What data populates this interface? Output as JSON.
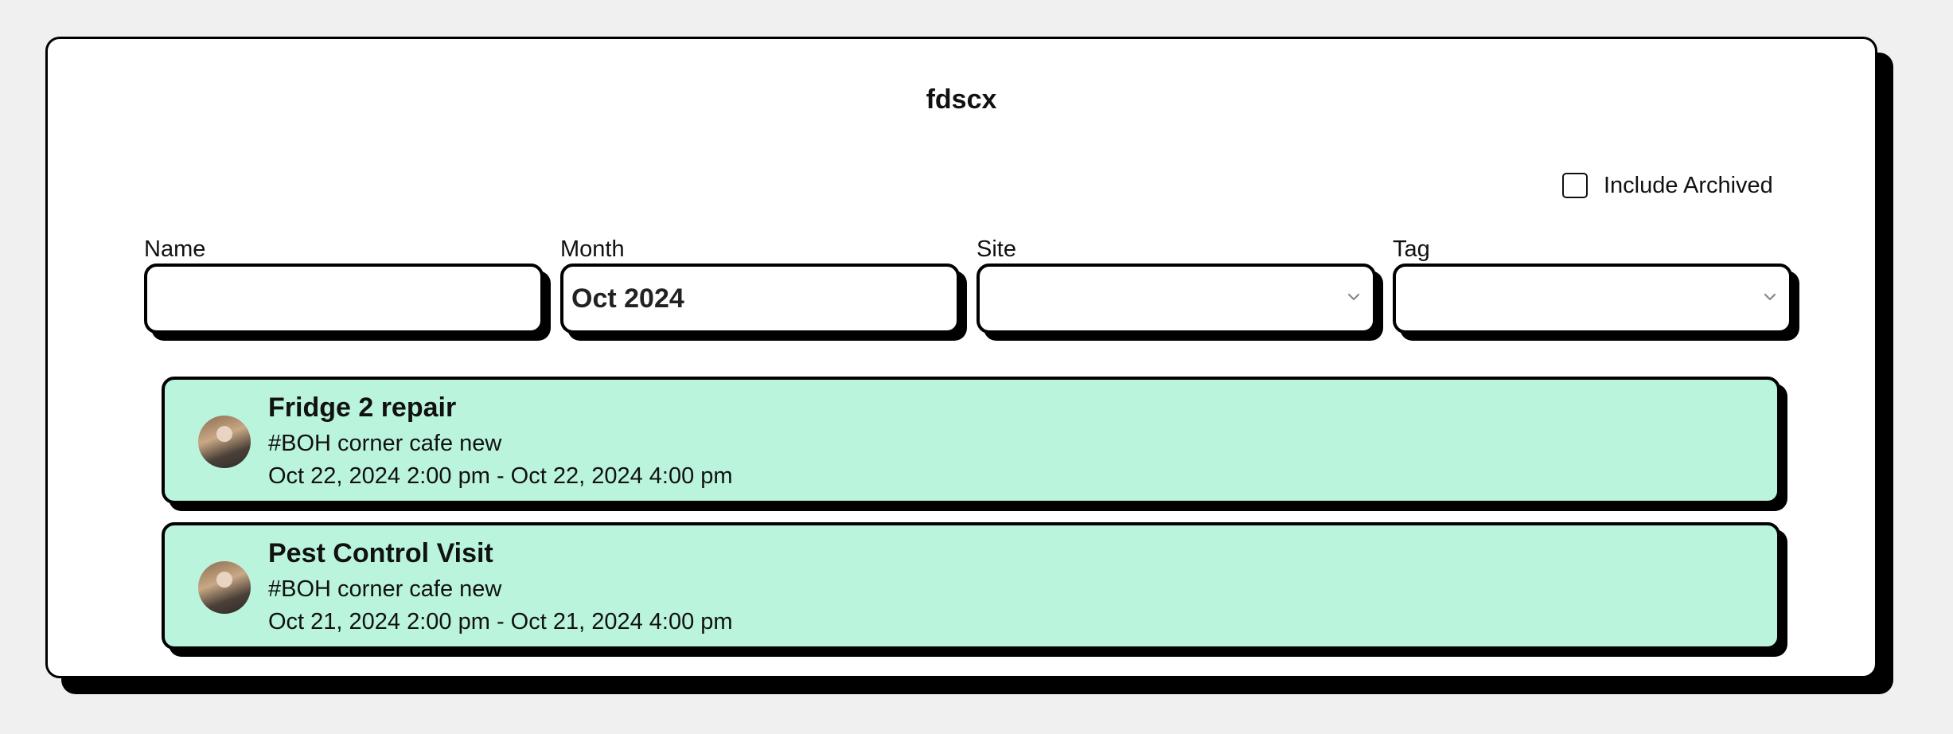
{
  "page": {
    "title": "fdscx"
  },
  "filters": {
    "include_archived_label": "Include Archived",
    "include_archived_checked": false,
    "name": {
      "label": "Name",
      "value": ""
    },
    "month": {
      "label": "Month",
      "value": "Oct 2024"
    },
    "site": {
      "label": "Site",
      "value": ""
    },
    "tag": {
      "label": "Tag",
      "value": ""
    }
  },
  "events": [
    {
      "title": "Fridge 2 repair",
      "tag": "#BOH corner cafe new",
      "time": "Oct 22, 2024 2:00 pm - Oct 22, 2024 4:00 pm"
    },
    {
      "title": "Pest Control Visit",
      "tag": "#BOH corner cafe new",
      "time": "Oct 21, 2024 2:00 pm - Oct 21, 2024 4:00 pm"
    }
  ],
  "colors": {
    "card_background": "#baf4dc",
    "panel_background": "#ffffff",
    "page_background": "#f0f0f0",
    "border": "#000000"
  },
  "icons": {
    "select_indicator": "chevron-down-icon",
    "avatar": "user-avatar"
  }
}
